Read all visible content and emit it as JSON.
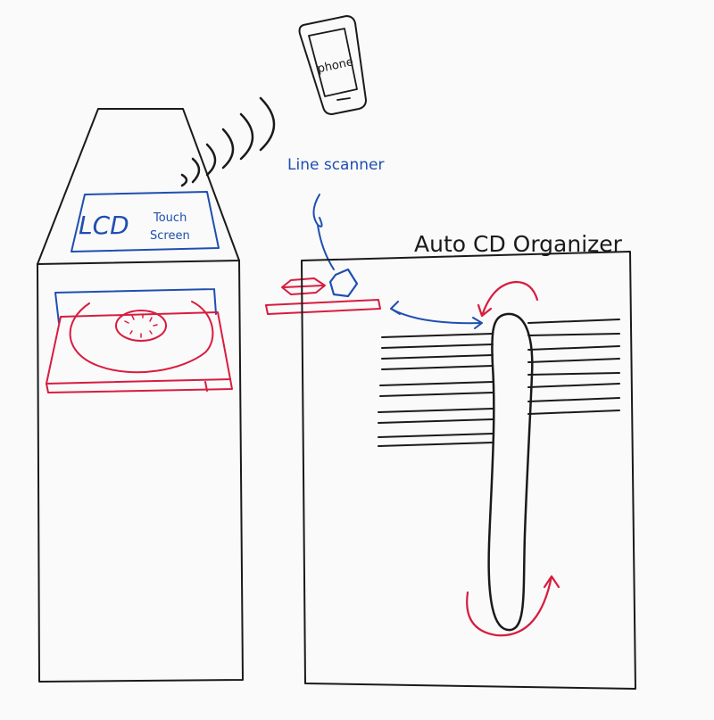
{
  "labels": {
    "phone": "phone",
    "lcd": "LCD",
    "touch": "Touch",
    "screen": "Screen",
    "line_scanner": "Line scanner",
    "organizer_title": "Auto CD Organizer"
  },
  "colors": {
    "paper": "#fafafa",
    "black_ink": "#1a1a1a",
    "blue_ink": "#1f4fb0",
    "red_ink": "#d81c3f"
  }
}
